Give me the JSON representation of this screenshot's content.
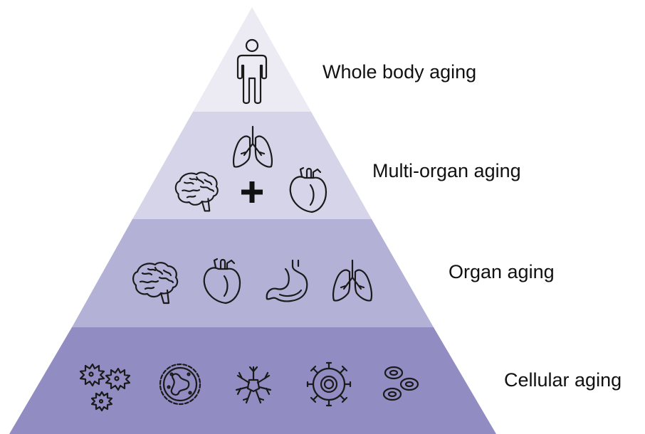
{
  "tiers": [
    {
      "label": "Whole body aging",
      "fill": "#eceaf3",
      "icons": [
        "person-icon"
      ]
    },
    {
      "label": "Multi-organ aging",
      "fill": "#d6d4e8",
      "icons": [
        "lungs-icon",
        "brain-icon",
        "plus-icon",
        "heart-icon"
      ]
    },
    {
      "label": "Organ aging",
      "fill": "#b3b1d6",
      "icons": [
        "brain-icon",
        "heart-icon",
        "stomach-icon",
        "lungs-icon"
      ]
    },
    {
      "label": "Cellular aging",
      "fill": "#918cc2",
      "icons": [
        "clustered-cells-icon",
        "granulocyte-icon",
        "neuron-icon",
        "macrophage-icon",
        "red-blood-cells-icon"
      ]
    }
  ]
}
